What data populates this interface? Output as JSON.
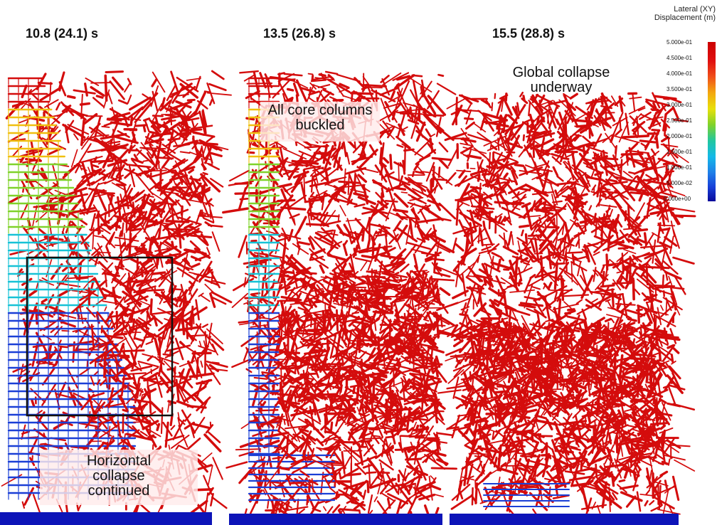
{
  "panels": [
    {
      "time_label": "10.8 (24.1) s",
      "annotation": "Horizontal collapse continued"
    },
    {
      "time_label": "13.5 (26.8) s",
      "annotation": "All core columns buckled"
    },
    {
      "time_label": "15.5 (28.8) s",
      "annotation": "Global collapse underway"
    }
  ],
  "legend": {
    "title_line1": "Lateral (XY)",
    "title_line2": "Displacement (m)",
    "ticks": [
      "5.000e-01",
      "4.500e-01",
      "4.000e-01",
      "3.500e-01",
      "3.000e-01",
      "2.500e-01",
      "2.000e-01",
      "1.500e-01",
      "1.000e-01",
      "5.000e-02",
      "0.000e+00"
    ],
    "colors": {
      "debris": "#d40c0c",
      "base": "#0d14b8",
      "low": "#1a3fd6",
      "mid": "#16c2d6",
      "upper": "#7fd22a",
      "high": "#f0c010"
    }
  }
}
